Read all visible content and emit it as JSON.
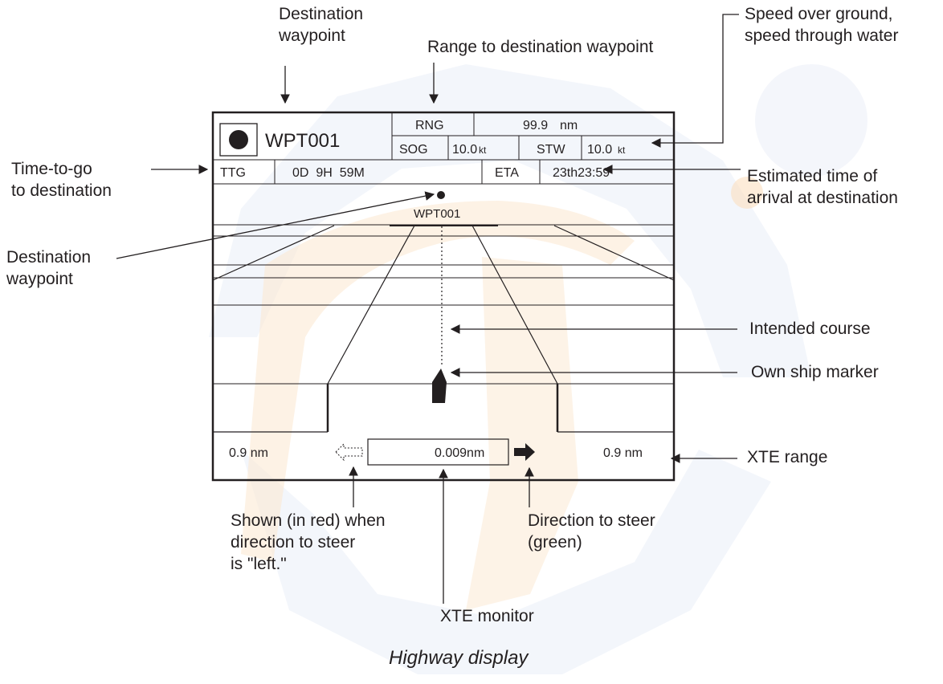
{
  "caption": "Highway display",
  "callouts": {
    "dest_wpt_top": [
      "Destination",
      "waypoint"
    ],
    "range_to_wpt": "Range to destination waypoint",
    "sog_stw": [
      "Speed over ground,",
      "speed through water"
    ],
    "ttg": [
      "Time-to-go",
      "to destination"
    ],
    "eta": [
      "Estimated time of",
      "arrival at destination"
    ],
    "dest_wpt_left": [
      "Destination",
      "waypoint"
    ],
    "intended_course": "Intended course",
    "own_ship": "Own ship marker",
    "xte_range": "XTE range",
    "left_arrow_note": [
      "Shown (in red) when",
      "direction to steer",
      "is \"left.\""
    ],
    "steer_dir": [
      "Direction to steer",
      "(green)"
    ],
    "xte_monitor": "XTE monitor"
  },
  "screen": {
    "waypoint_name": "WPT001",
    "rng_label": "RNG",
    "rng_value": "99.9",
    "rng_unit": "nm",
    "sog_label": "SOG",
    "sog_value": "10.0",
    "sog_unit": "kt",
    "stw_label": "STW",
    "stw_value": "10.0",
    "stw_unit": "kt",
    "ttg_label": "TTG",
    "ttg_value": "0D  9H  59M",
    "eta_label": "ETA",
    "eta_value": "23th23:59",
    "marker_label": "WPT001",
    "xte_left_range": "0.9 nm",
    "xte_value": "0.009nm",
    "xte_right_range": "0.9 nm"
  },
  "colors": {
    "ink": "#231f20",
    "left_arrow_shown_as": "red",
    "right_arrow_shown_as": "green"
  },
  "icons": [
    "waypoint-symbol-icon",
    "own-ship-marker-icon",
    "left-steer-arrow-icon",
    "right-steer-arrow-icon"
  ]
}
